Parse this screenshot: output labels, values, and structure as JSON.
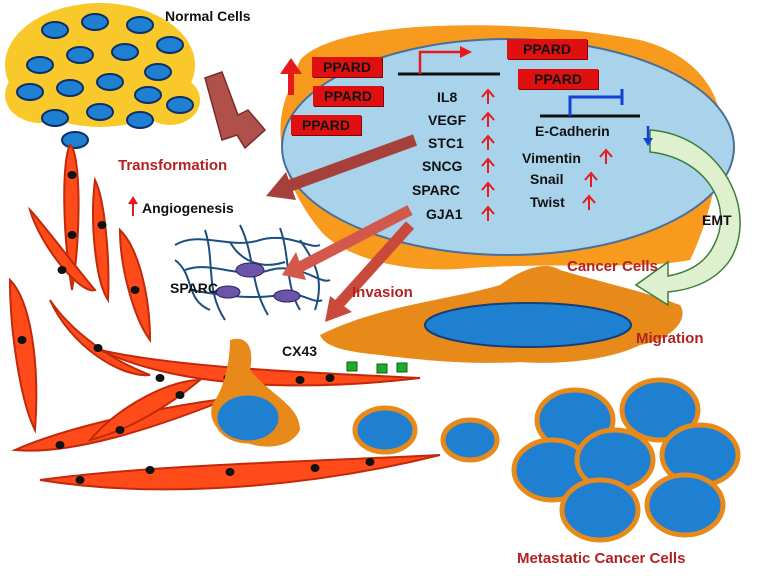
{
  "labels": {
    "normal_cells": "Normal Cells",
    "transformation": "Transformation",
    "angiogenesis": "Angiogenesis",
    "sparc_fiber": "SPARC",
    "invasion": "Invasion",
    "cx43": "CX43",
    "cancer_cells": "Cancer Cells",
    "emt": "EMT",
    "migration": "Migration",
    "metastatic": "Metastatic Cancer Cells"
  },
  "ppard_boxes": [
    "PPARD",
    "PPARD",
    "PPARD",
    "PPARD",
    "PPARD"
  ],
  "up_genes": [
    "IL8",
    "VEGF",
    "STC1",
    "SNCG",
    "SPARC",
    "GJA1"
  ],
  "repressed_gene": "E-Cadherin",
  "emt_genes": [
    "Vimentin",
    "Snail",
    "Twist"
  ],
  "colors": {
    "cell_orange": "#f79a1d",
    "nucleus_blue": "#1f7fd1",
    "fibroblast_red": "#ff4a1a",
    "nucleus_pale": "#a9d3ea",
    "normal_yellow": "#f9c82a",
    "arrow_brown": "#b0504a",
    "emt_green": "#dff0cf",
    "up_arrow_red": "#e51b1b",
    "down_arrow_blue": "#1540d8"
  }
}
